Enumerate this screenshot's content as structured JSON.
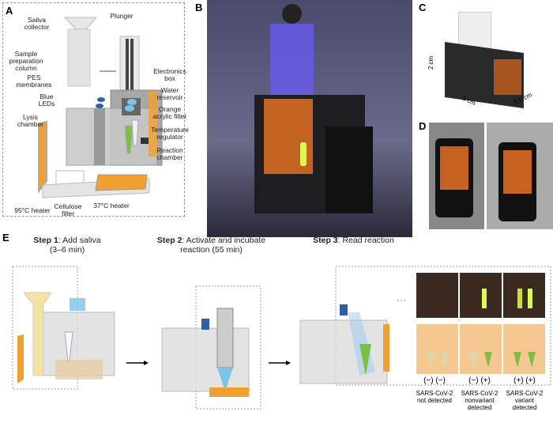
{
  "panels": {
    "a": "A",
    "b": "B",
    "c": "C",
    "d": "D",
    "e": "E"
  },
  "panel_a": {
    "saliva_collector": "Saliva collector",
    "sample_prep": "Sample preparation column",
    "pes": "PES membranes",
    "blue_leds": "Blue LEDs",
    "lysis": "Lysis chamber",
    "plunger": "Plunger",
    "electronics": "Electronics box",
    "water": "Water reservoir",
    "orange_filter": "Orange acrylic filter",
    "temp": "Temperature regulator",
    "reaction": "Reaction chamber",
    "heater95": "95°C heater",
    "cellulose": "Cellulose filter",
    "heater37": "37°C heater"
  },
  "panel_c": {
    "dim1": "2 cm",
    "dim2": "5 cm",
    "dim3": "5.5 cm"
  },
  "panel_e": {
    "step1_bold": "Step 1",
    "step1_text": ": Add saliva",
    "step1_time": "(3–6 min)",
    "step2_bold": "Step 2",
    "step2_text": ": Activate and incubate",
    "step2_time": "reaction (55 min)",
    "step3_bold": "Step 3",
    "step3_text": ": Read reaction",
    "results": [
      {
        "signs": "(−)  (−)",
        "line1": "SARS-CoV-2",
        "line2": "not detected",
        "line3": ""
      },
      {
        "signs": "(−)  (+)",
        "line1": "SARS-CoV-2",
        "line2": "nonvariant",
        "line3": "detected"
      },
      {
        "signs": "(+)  (+)",
        "line1": "SARS-CoV-2",
        "line2": "variant",
        "line3": "detected"
      }
    ]
  },
  "colors": {
    "orange": "#f0a030",
    "blue_led": "#2e5fa8",
    "water": "#7cc3e8",
    "green": "#7bc043"
  }
}
